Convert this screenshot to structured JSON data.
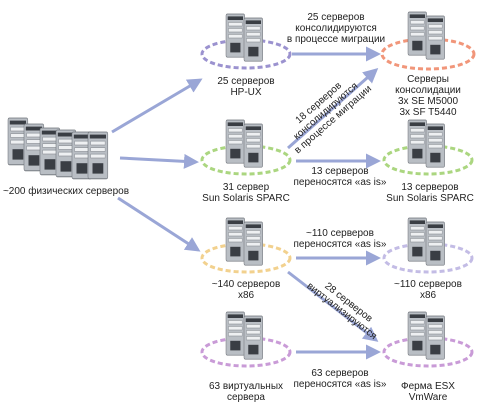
{
  "nodes": {
    "source": {
      "label": "~200 физических серверов"
    },
    "hpux": {
      "label": "25 серверов\nHP-UX",
      "ring_color": "#8a7fc7"
    },
    "sparc": {
      "label": "31 сервер\nSun Solaris SPARC",
      "ring_color": "#9ccf6a"
    },
    "x86": {
      "label": "~140 серверов\nx86",
      "ring_color": "#f0c97a"
    },
    "virtual": {
      "label": "63 виртуальных\nсервера",
      "ring_color": "#c08ad0"
    },
    "consolidation": {
      "label": "Серверы\nконсолидации\n3x SE M5000\n3x SF T5440",
      "ring_color": "#ef8b6b"
    },
    "sparc_target": {
      "label": "13 серверов\nSun Solaris SPARC",
      "ring_color": "#9ccf6a"
    },
    "x86_target": {
      "label": "~110 серверов\nx86",
      "ring_color": "#b9b0e0"
    },
    "esx": {
      "label": "Ферма ESX\nVmWare",
      "ring_color": "#c08ad0"
    }
  },
  "edges": {
    "hpux_to_consolidation": "25 серверов\nконсолидируются\nв процессе миграции",
    "sparc_to_consolidation": "18 серверов\nконсолидируются\nв процессе миграции",
    "sparc_to_sparc": "13 серверов\nпереносятся «as is»",
    "x86_to_x86": "~110 серверов\nпереносятся «as is»",
    "x86_to_esx": "28 серверов\nвиртуализируются",
    "virtual_to_esx": "63 серверов\nпереносятся «as is»"
  },
  "colors": {
    "arrow": "#9aa6d6"
  }
}
